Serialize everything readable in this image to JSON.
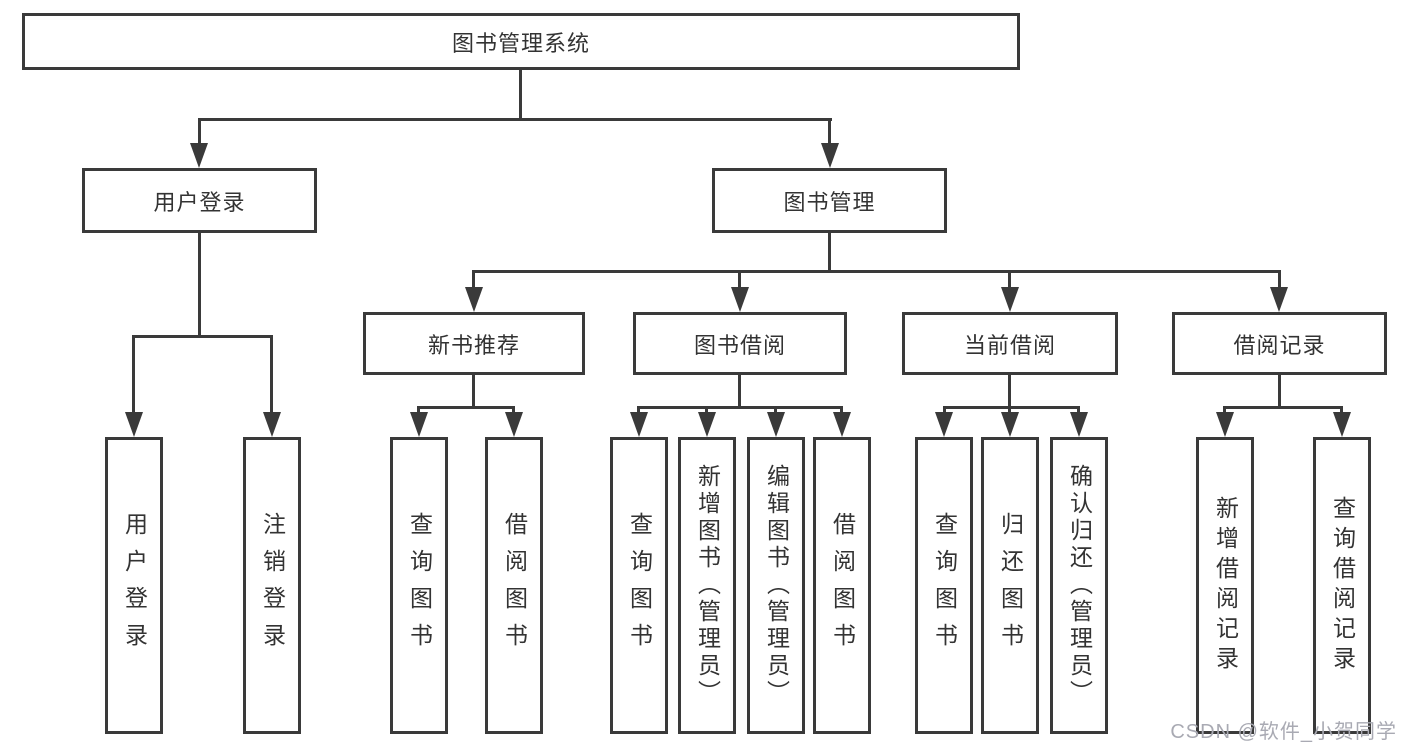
{
  "diagram": {
    "nodes": {
      "root": "图书管理系统",
      "user_login": "用户登录",
      "book_manage": "图书管理",
      "new_book_recommend": "新书推荐",
      "book_borrow": "图书借阅",
      "current_borrow": "当前借阅",
      "borrow_records": "借阅记录"
    },
    "leaves": {
      "user_login": [
        "用户登录",
        "注销登录"
      ],
      "new_book_recommend": [
        "查询图书",
        "借阅图书"
      ],
      "book_borrow": [
        "查询图书",
        "新增图书（管理员）",
        "编辑图书（管理员）",
        "借阅图书"
      ],
      "current_borrow": [
        "查询图书",
        "归还图书",
        "确认归还（管理员）"
      ],
      "borrow_records": [
        "新增借阅记录",
        "查询借阅记录"
      ]
    },
    "colors": {
      "line": "#3a3a3a",
      "text": "#333333",
      "background": "#ffffff",
      "watermark": "#a9aab3"
    }
  },
  "watermark": "CSDN @软件_小贺同学"
}
